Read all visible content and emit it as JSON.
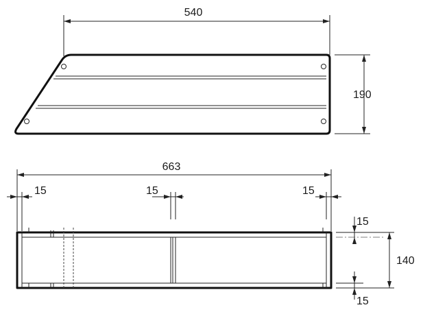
{
  "dimensions": {
    "top_width": "540",
    "top_height": "190",
    "bottom_width": "663",
    "left_thickness": "15",
    "middle_thickness": "15",
    "right_thickness": "15",
    "upper_thickness": "15",
    "front_height": "140",
    "lower_thickness": "15"
  }
}
